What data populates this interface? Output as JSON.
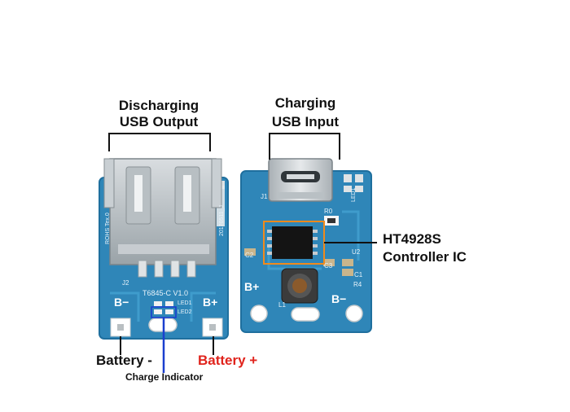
{
  "labels": {
    "discharging_line1": "Discharging",
    "discharging_line2": "USB Output",
    "charging_line1": "Charging",
    "charging_line2": "USB Input",
    "ic_line1": "HT4928S",
    "ic_line2": "Controller IC",
    "battery_neg": "Battery -",
    "battery_pos": "Battery +",
    "charge_indicator": "Charge Indicator"
  },
  "silkscreen": {
    "left_model": "T6845-C V1.0",
    "left_bminus": "B−",
    "left_bplus": "B+",
    "left_j2": "J2",
    "left_led1": "LED1",
    "left_led2": "LED2",
    "left_rohs": "ROHS Tex.0",
    "left_date": "20170511_J",
    "right_j1": "J1",
    "right_c2": "C2",
    "right_c1": "C1",
    "right_c3": "C3",
    "right_u2": "U2",
    "right_r4": "R4",
    "right_r0": "R0",
    "right_l1": "L1",
    "right_led": "LED1",
    "right_bplus": "B+",
    "right_bminus": "B−"
  },
  "colors": {
    "pcb": "#2f86b8",
    "pcb_dark": "#1f6f9e",
    "ic_box": "#f08a1c",
    "indicator_line": "#1a3fcf",
    "battery_pos": "#e0231c"
  }
}
